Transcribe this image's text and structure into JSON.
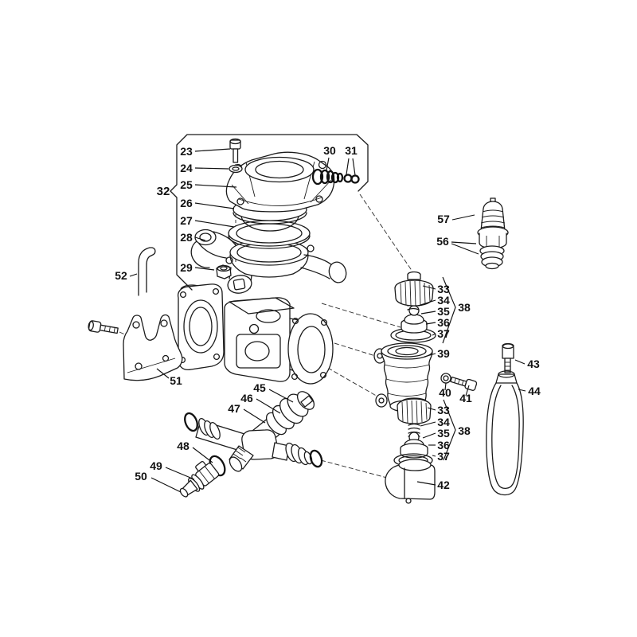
{
  "diagram": {
    "kind": "exploded-parts-diagram",
    "colors": {
      "background": "#ffffff",
      "line": "#1b1b1b",
      "label": "#111111"
    },
    "callouts": {
      "k23": "23",
      "k24": "24",
      "k25": "25",
      "k26": "26",
      "k27": "27",
      "k28": "28",
      "k29": "29",
      "k30": "30",
      "k31": "31",
      "k32": "32",
      "k33a": "33",
      "k34a": "34",
      "k35a": "35",
      "k36a": "36",
      "k37a": "37",
      "k38a": "38",
      "k39": "39",
      "k40": "40",
      "k41": "41",
      "k33b": "33",
      "k34b": "34",
      "k35b": "35",
      "k36b": "36",
      "k37b": "37",
      "k38b": "38",
      "k42": "42",
      "k43": "43",
      "k44": "44",
      "k45": "45",
      "k46": "46",
      "k47": "47",
      "k48": "48",
      "k49": "49",
      "k50": "50",
      "k51": "51",
      "k52": "52",
      "k56": "56",
      "k57": "57"
    }
  }
}
